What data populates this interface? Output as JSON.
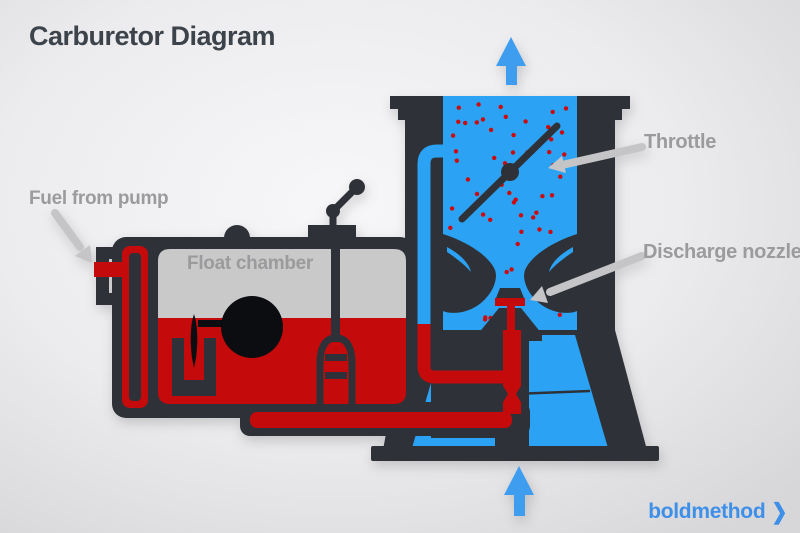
{
  "title": "Carburetor Diagram",
  "labels": {
    "fuel_from_pump": "Fuel from pump",
    "float_chamber": "Float chamber",
    "throttle": "Throttle",
    "discharge_nozzle": "Discharge nozzle"
  },
  "logo": {
    "text": "boldmethod",
    "chevron": "❯"
  },
  "icons": {
    "top_arrow": "up-arrow-mixture-out",
    "bottom_arrow": "up-arrow-air-in",
    "label_pointers": "pointer-arrow",
    "logo_chevron": "chevron-right"
  },
  "colors": {
    "background_light": "#f7f7f9",
    "background_dark": "#d7d7d9",
    "body": "#2e3238",
    "fuel_red": "#c40a0b",
    "air_blue": "#2ba2f4",
    "arrow_blue": "#3f9df0",
    "chamber_gray": "#c9c9c9",
    "float_black": "#0c0d10",
    "dot_red": "#cc0b0b",
    "label_gray": "#9b9b9d",
    "pointer_gray": "#c5c5c7",
    "title_color": "#3d434b",
    "logo_blue": "#3e8fe8"
  }
}
